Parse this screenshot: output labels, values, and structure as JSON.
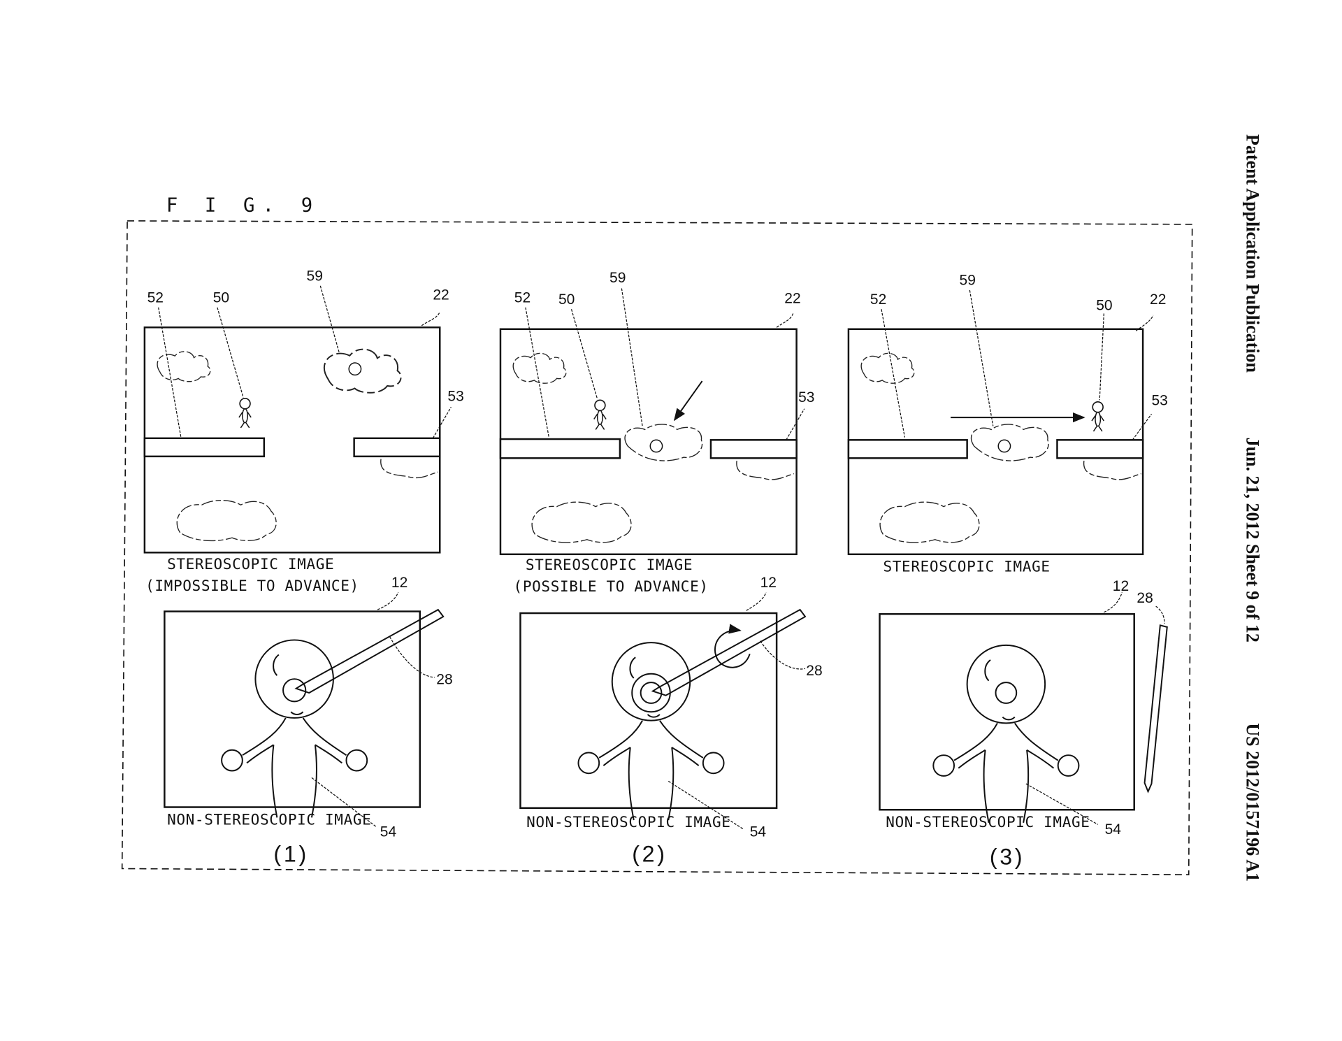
{
  "header": {
    "publication": "Patent Application Publication",
    "date_sheet": "Jun. 21, 2012  Sheet 9 of 12",
    "number": "US 2012/0157196 A1"
  },
  "figure": {
    "title": "F I G. 9",
    "panels": [
      {
        "index_label": "(1)",
        "stereo_caption": "STEREOSCOPIC IMAGE",
        "stereo_subcaption": "(IMPOSSIBLE TO ADVANCE)",
        "non_stereo_caption": "NON-STEREOSCOPIC IMAGE",
        "refs": {
          "r52": "52",
          "r50": "50",
          "r59": "59",
          "r22": "22",
          "r53": "53",
          "r12": "12",
          "r28": "28",
          "r54": "54"
        }
      },
      {
        "index_label": "(2)",
        "stereo_caption": "STEREOSCOPIC IMAGE",
        "stereo_subcaption": "(POSSIBLE TO ADVANCE)",
        "non_stereo_caption": "NON-STEREOSCOPIC IMAGE",
        "refs": {
          "r52": "52",
          "r50": "50",
          "r59": "59",
          "r22": "22",
          "r53": "53",
          "r12": "12",
          "r28": "28",
          "r54": "54"
        }
      },
      {
        "index_label": "(3)",
        "stereo_caption": "STEREOSCOPIC IMAGE",
        "non_stereo_caption": "NON-STEREOSCOPIC IMAGE",
        "refs": {
          "r52": "52",
          "r50": "50",
          "r59": "59",
          "r22": "22",
          "r53": "53",
          "r12": "12",
          "r28": "28",
          "r54": "54"
        }
      }
    ]
  }
}
